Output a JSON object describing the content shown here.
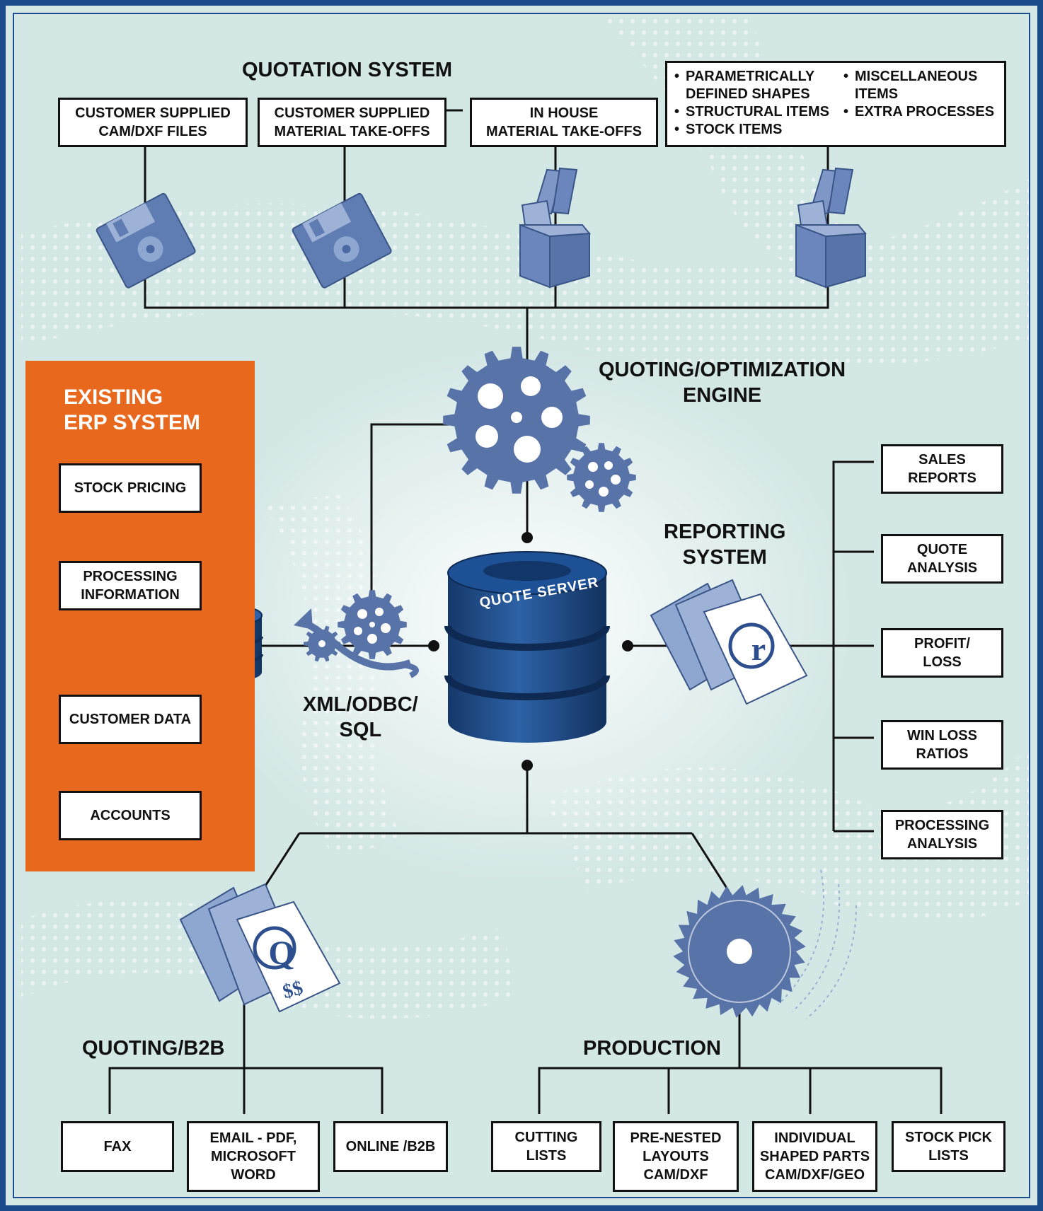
{
  "quotation_system": {
    "title": "QUOTATION SYSTEM",
    "sources": [
      {
        "label": "CUSTOMER SUPPLIED\nCAM/DXF FILES",
        "icon": "floppy-disk-icon"
      },
      {
        "label": "CUSTOMER SUPPLIED\nMATERIAL TAKE-OFFS",
        "icon": "floppy-disk-icon"
      },
      {
        "label": "IN HOUSE\nMATERIAL TAKE-OFFS",
        "icon": "document-tray-icon"
      }
    ],
    "item_list": {
      "left": [
        "PARAMETRICALLY\nDEFINED SHAPES",
        "STRUCTURAL ITEMS",
        "STOCK ITEMS"
      ],
      "right": [
        "MISCELLANEOUS\nITEMS",
        "EXTRA PROCESSES"
      ],
      "icon": "document-tray-icon"
    }
  },
  "engine": {
    "title": "QUOTING/OPTIMIZATION\nENGINE",
    "icon": "gears-icon"
  },
  "quote_server": {
    "label": "QUOTE SERVER",
    "icon": "database-icon"
  },
  "interface": {
    "label": "XML/ODBC/\nSQL",
    "icon": "small-gears-icon"
  },
  "erp": {
    "title": "EXISTING\nERP SYSTEM",
    "items": [
      "STOCK PRICING",
      "PROCESSING\nINFORMATION",
      "CUSTOMER DATA",
      "ACCOUNTS"
    ],
    "icon": "database-icon"
  },
  "reporting": {
    "title": "REPORTING\nSYSTEM",
    "icon": "report-document-icon",
    "icon_letter": "r",
    "items": [
      "SALES\nREPORTS",
      "QUOTE\nANALYSIS",
      "PROFIT/\nLOSS",
      "WIN LOSS\nRATIOS",
      "PROCESSING\nANALYSIS"
    ]
  },
  "quoting_b2b": {
    "title": "QUOTING/B2B",
    "icon": "quote-document-icon",
    "icon_letter": "Q",
    "icon_money": "$$",
    "items": [
      "FAX",
      "EMAIL - PDF,\nMICROSOFT\nWORD",
      "ONLINE /B2B"
    ]
  },
  "production": {
    "title": "PRODUCTION",
    "icon": "saw-blade-icon",
    "items": [
      "CUTTING\nLISTS",
      "PRE-NESTED\nLAYOUTS\nCAM/DXF",
      "INDIVIDUAL\nSHAPED PARTS\nCAM/DXF/GEO",
      "STOCK PICK\nLISTS"
    ]
  },
  "colors": {
    "frame": "#1b4b8a",
    "background": "#d3e7e5",
    "erp_panel": "#e8681e",
    "icon_blue": "#5873a8",
    "server_blue": "#1f4f8c"
  }
}
